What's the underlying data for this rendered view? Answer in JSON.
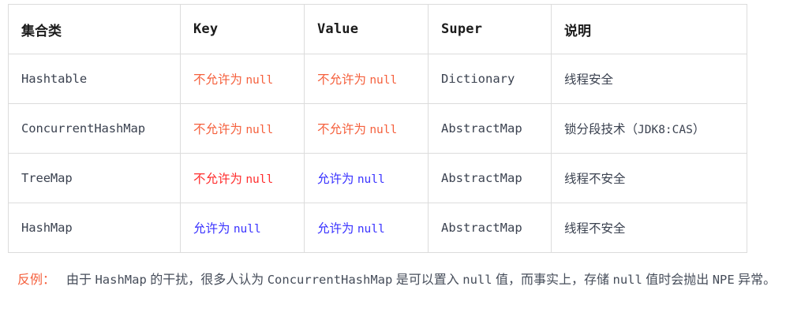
{
  "colors": {
    "deny_soft": "#f5603d",
    "deny_hard": "#ff2d2d",
    "allow": "#3a33ff",
    "text": "#464d5a",
    "heading": "#1b1b1b",
    "border": "#dcdcdc",
    "background": "#ffffff"
  },
  "table": {
    "headers": [
      {
        "label": "集合类",
        "style": "cjk"
      },
      {
        "label": "Key",
        "style": "mono"
      },
      {
        "label": "Value",
        "style": "mono"
      },
      {
        "label": "Super",
        "style": "mono"
      },
      {
        "label": "说明",
        "style": "cjk"
      }
    ],
    "rows": [
      {
        "name": "Hashtable",
        "key": {
          "prefix": "不允许为 ",
          "keyword": "null",
          "tone": "deny-soft"
        },
        "value": {
          "prefix": "不允许为 ",
          "keyword": "null",
          "tone": "deny-soft"
        },
        "super": "Dictionary",
        "desc": "线程安全",
        "desc_suffix": ""
      },
      {
        "name": "ConcurrentHashMap",
        "key": {
          "prefix": "不允许为 ",
          "keyword": "null",
          "tone": "deny-soft"
        },
        "value": {
          "prefix": "不允许为 ",
          "keyword": "null",
          "tone": "deny-soft"
        },
        "super": "AbstractMap",
        "desc": "锁分段技术（",
        "desc_mono": "JDK8:CAS",
        "desc_suffix": "）"
      },
      {
        "name": "TreeMap",
        "key": {
          "prefix": "不允许为 ",
          "keyword": "null",
          "tone": "deny-hard"
        },
        "value": {
          "prefix": "允许为 ",
          "keyword": "null",
          "tone": "allow"
        },
        "super": "AbstractMap",
        "desc": "线程不安全",
        "desc_suffix": ""
      },
      {
        "name": "HashMap",
        "key": {
          "prefix": "允许为 ",
          "keyword": "null",
          "tone": "allow"
        },
        "value": {
          "prefix": "允许为 ",
          "keyword": "null",
          "tone": "allow"
        },
        "super": "AbstractMap",
        "desc": "线程不安全",
        "desc_suffix": ""
      }
    ]
  },
  "note": {
    "label": "反例：",
    "seg1": "由于 ",
    "mono1": "HashMap",
    "seg2": " 的干扰，很多人认为 ",
    "mono2": "ConcurrentHashMap",
    "seg3": " 是可以置入 ",
    "mono3": "null",
    "seg4": " 值，而事实上，存储 ",
    "mono4": "null",
    "seg5": " 值时会抛出 ",
    "mono5": "NPE",
    "seg6": " 异常。"
  }
}
